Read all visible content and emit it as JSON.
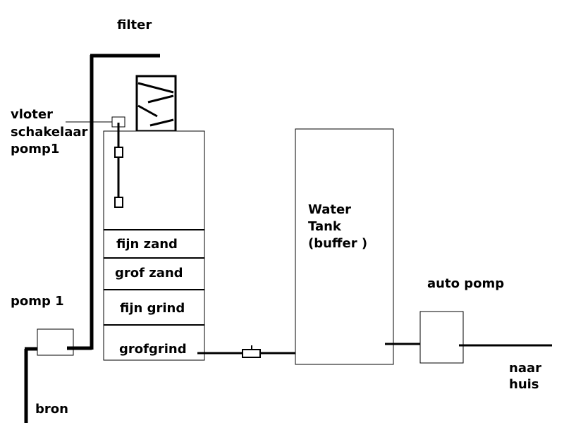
{
  "labels": {
    "filter": "filter",
    "float_switch": [
      "vloter",
      "schakelaar",
      "pomp1"
    ],
    "pump1": "pomp 1",
    "source": "bron",
    "layers": [
      "fijn zand",
      "grof zand",
      "fijn grind",
      "grofgrind"
    ],
    "tank": [
      "Water",
      "Tank",
      "(buffer )"
    ],
    "auto_pump": "auto pomp",
    "to_house": [
      "naar",
      "huis"
    ]
  }
}
